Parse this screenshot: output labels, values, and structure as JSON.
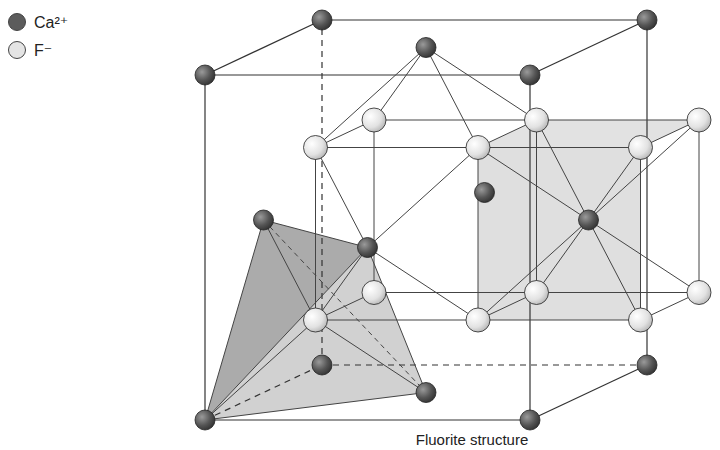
{
  "diagram": {
    "caption": "Fluorite structure",
    "legend": [
      {
        "text": "Ca²⁺",
        "color": "#5c5c5c"
      },
      {
        "text": "F⁻",
        "color": "#e4e4e4"
      }
    ]
  }
}
